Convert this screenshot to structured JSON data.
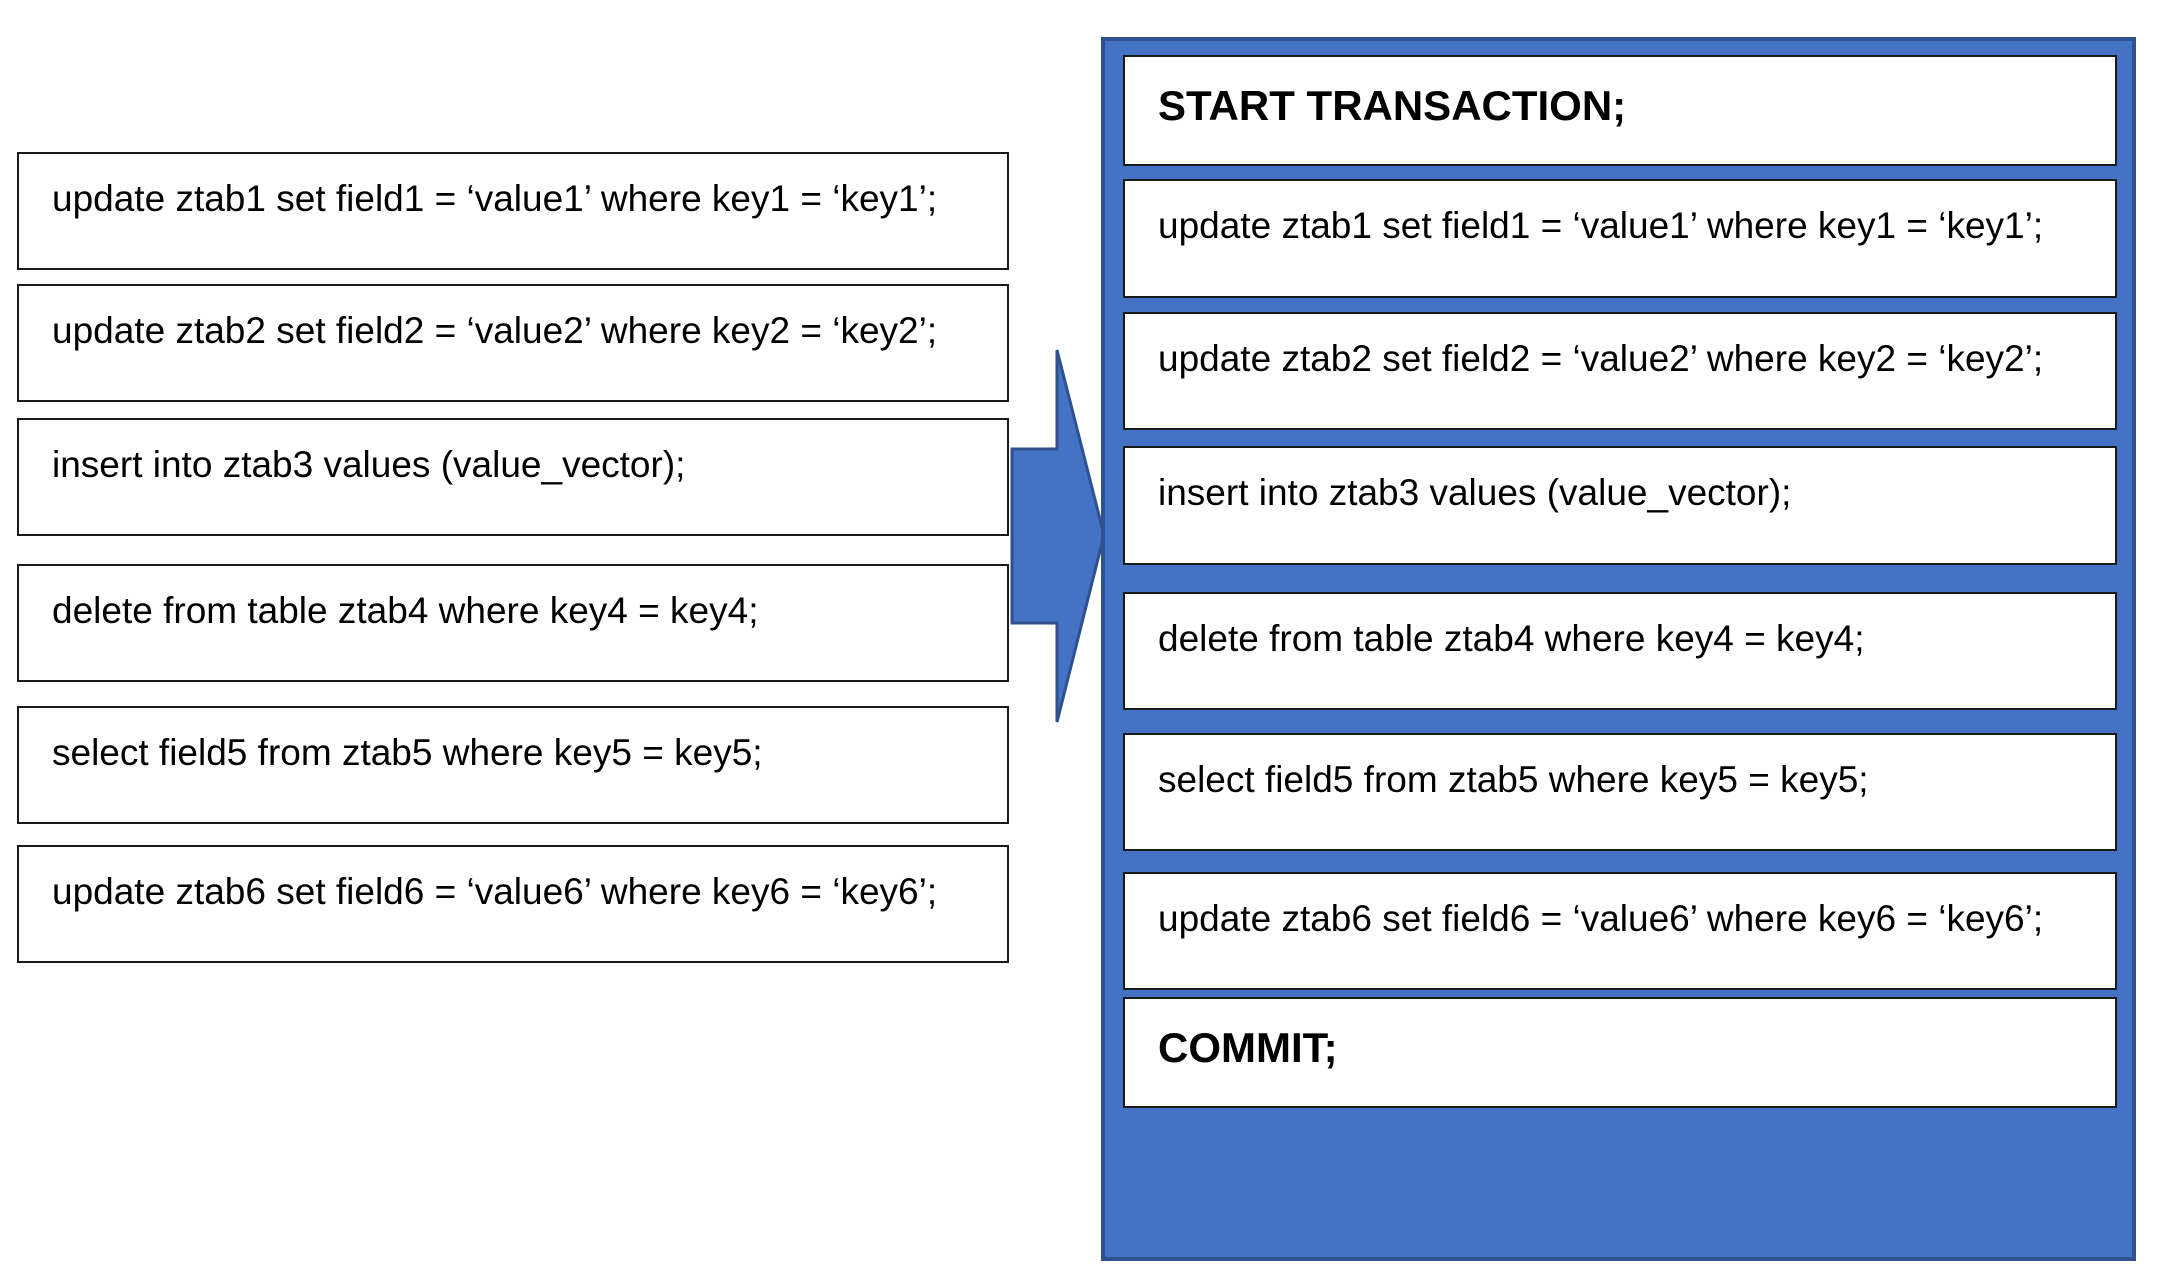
{
  "left_panel": {
    "statements": [
      "update ztab1 set field1 = ‘value1’ where key1 = ‘key1’;",
      "update ztab2 set field2 = ‘value2’ where key2 = ‘key2’;",
      "insert into ztab3 values (value_vector);",
      "delete from table ztab4 where key4 = key4;",
      "select field5 from ztab5 where key5 = key5;",
      "update ztab6 set field6 = ‘value6’ where key6 = ‘key6’;"
    ]
  },
  "right_panel": {
    "start": "START TRANSACTION;",
    "statements": [
      "update ztab1 set field1 = ‘value1’ where key1 = ‘key1’;",
      "update ztab2 set field2 = ‘value2’ where key2 = ‘key2’;",
      "insert into ztab3 values (value_vector);",
      "delete from table ztab4 where key4 = key4;",
      "select field5 from ztab5 where key5 = key5;",
      "update ztab6 set field6 = ‘value6’ where key6 = ‘key6’;"
    ],
    "end": "COMMIT;"
  },
  "colors": {
    "panel_fill": "#4472c4",
    "panel_border": "#2f528f",
    "arrow_fill": "#4472c4",
    "arrow_stroke": "#2f528f"
  }
}
